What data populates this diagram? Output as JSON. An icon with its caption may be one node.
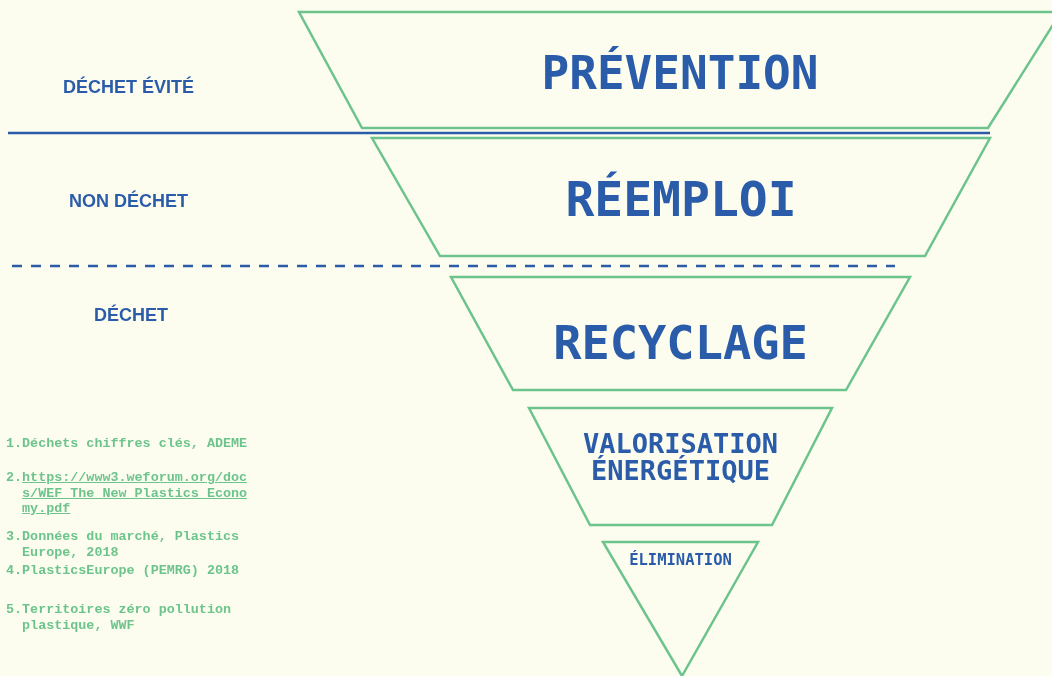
{
  "diagram": {
    "nodes": [
      {
        "text": [
          "PRÉVENTION"
        ]
      },
      {
        "text": [
          "RÉEMPLOI"
        ]
      },
      {
        "text": [
          "RECYCLAGE"
        ]
      },
      {
        "text": [
          "VALORISATION ÉNERGÉTIQUE"
        ]
      },
      {
        "text": [
          "ÉLIMINATION"
        ]
      }
    ],
    "edges": [],
    "labels": [
      "DÉCHET ÉVITÉ",
      "NON DÉCHET",
      "DÉCHET",
      "1.Déchets chiffres clés, ADEME",
      "2.https://www3.weforum.org/docs/WEF_The_New_Plastics_Economy.pdf",
      "3.Données du marché, Plastics Europe, 2018",
      "4.PlasticsEurope (PEMRG) 2018",
      "5.Territoires zéro pollution plastique, WWF"
    ]
  }
}
